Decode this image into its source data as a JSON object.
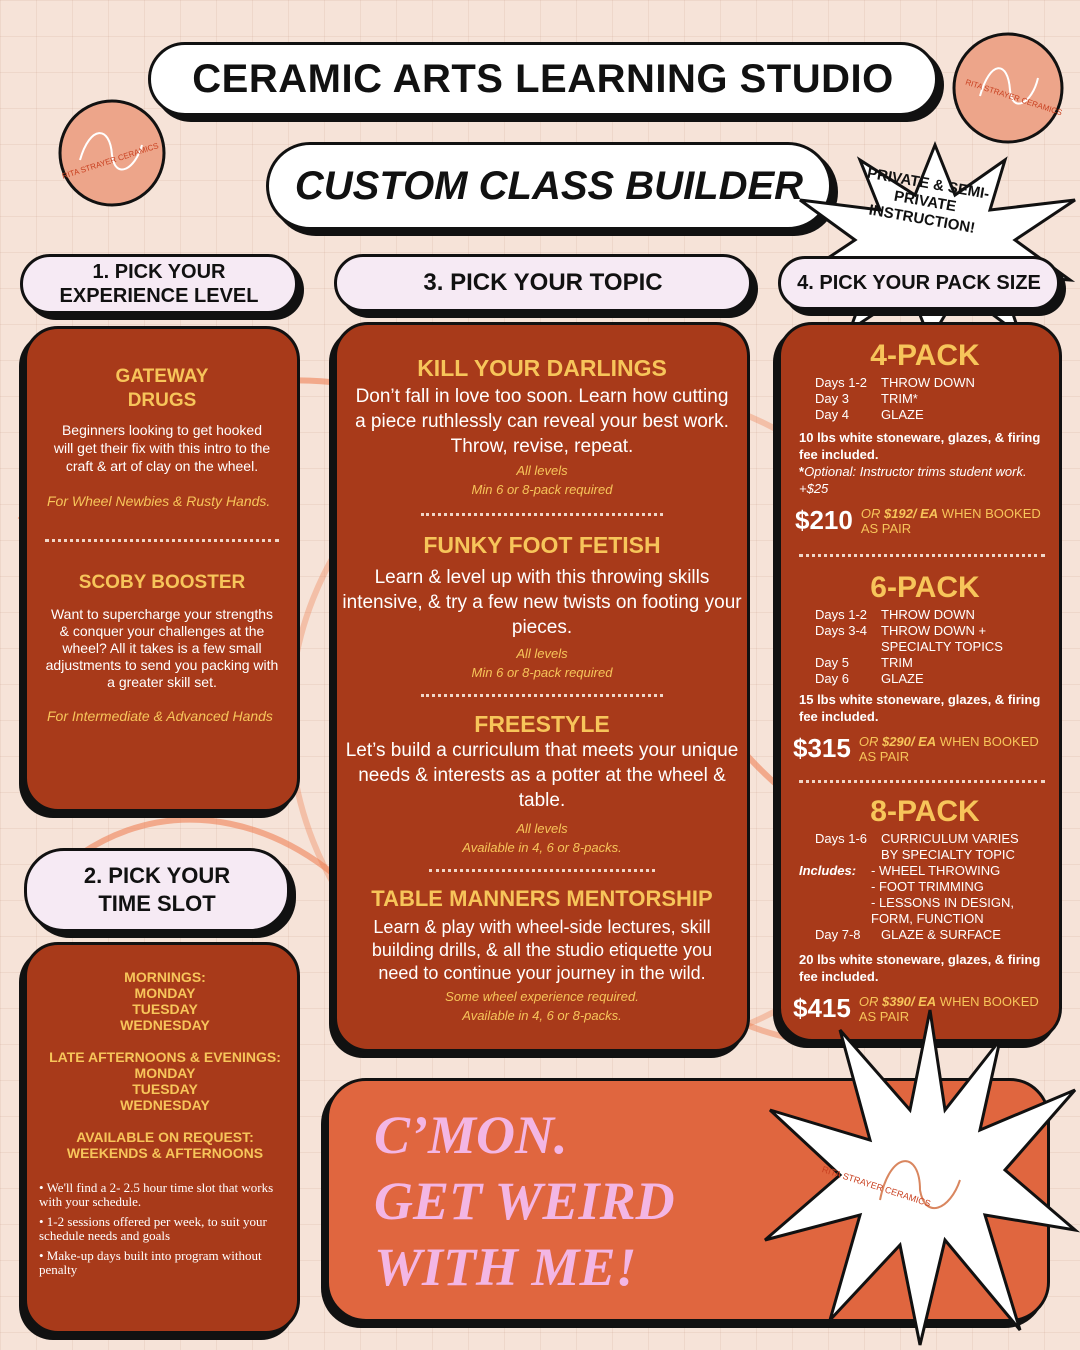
{
  "header": {
    "title": "CERAMIC ARTS LEARNING STUDIO",
    "subtitle": "CUSTOM CLASS BUILDER",
    "burst_text": "PRIVATE & SEMI-PRIVATE INSTRUCTION!",
    "logo_text": "RITA STRAYER CERAMICS"
  },
  "step1": {
    "heading": "1. PICK YOUR EXPERIENCE LEVEL",
    "levels": [
      {
        "name": "GATEWAY DRUGS",
        "desc": "Beginners looking to get hooked will get their fix with this intro to the craft & art of clay on the wheel.",
        "for": "For Wheel Newbies & Rusty Hands."
      },
      {
        "name": "SCOBY BOOSTER",
        "desc": "Want to supercharge your strengths & conquer your challenges at the wheel? All it takes is a few small adjustments to send you packing with a greater skill set.",
        "for": "For Intermediate & Advanced Hands"
      }
    ]
  },
  "step2": {
    "heading": "2. PICK YOUR TIME SLOT",
    "mornings_label": "MORNINGS:",
    "mornings_days": [
      "MONDAY",
      "TUESDAY",
      "WEDNESDAY"
    ],
    "late_label": "LATE AFTERNOONS & EVENINGS:",
    "late_days": [
      "MONDAY",
      "TUESDAY",
      "WEDNESDAY"
    ],
    "request_label": "AVAILABLE ON REQUEST:",
    "request_value": "WEEKENDS & AFTERNOONS",
    "notes": [
      "• We'll find a 2- 2.5 hour time slot that works with your schedule.",
      "• 1-2 sessions offered per week, to suit your schedule needs and goals",
      "• Make-up days built into program without penalty"
    ]
  },
  "step3": {
    "heading": "3. PICK YOUR TOPIC",
    "topics": [
      {
        "name": "KILL YOUR DARLINGS",
        "desc": "Don’t fall in love too soon. Learn how cutting a piece ruthlessly can reveal your best work. Throw, revise, repeat.",
        "levels": "All levels",
        "req": "Min 6 or 8-pack required"
      },
      {
        "name": "FUNKY FOOT FETISH",
        "desc": "Learn & level up with this throwing skills intensive, & try a few new twists on footing your pieces.",
        "levels": "All levels",
        "req": "Min 6 or 8-pack required"
      },
      {
        "name": "FREESTYLE",
        "desc": "Let’s build a curriculum that meets your unique needs & interests as a potter at the wheel & table.",
        "levels": "All levels",
        "req": "Available in 4, 6 or 8-packs."
      },
      {
        "name": "TABLE MANNERS MENTORSHIP",
        "desc": "Learn & play with wheel-side lectures, skill building drills, & all the studio etiquette you need to continue your journey in the wild.",
        "levels": "Some wheel experience required.",
        "req": "Available in 4, 6 or 8-packs."
      }
    ]
  },
  "step4": {
    "heading": "4. PICK YOUR PACK SIZE",
    "pack4": {
      "title": "4-PACK",
      "items": [
        [
          "Days 1-2",
          "THROW DOWN"
        ],
        [
          "Day 3",
          "TRIM*"
        ],
        [
          "Day 4",
          "GLAZE"
        ]
      ],
      "included": "10 lbs white stoneware, glazes, & firing fee included.",
      "optional_prefix": "*",
      "optional": "Optional: Instructor trims student work. +$25",
      "price": "$210",
      "pair_or": "OR",
      "pair_price": "$192/ EA",
      "pair_text": "WHEN BOOKED AS PAIR"
    },
    "pack6": {
      "title": "6-PACK",
      "items": [
        [
          "Days 1-2",
          "THROW DOWN"
        ],
        [
          "Days 3-4",
          "THROW DOWN + SPECIALTY TOPICS"
        ],
        [
          "Day 5",
          "TRIM"
        ],
        [
          "Day 6",
          "GLAZE"
        ]
      ],
      "included": "15 lbs white stoneware, glazes, & firing fee included.",
      "price": "$315",
      "pair_or": "OR",
      "pair_price": "$290/ EA",
      "pair_text": "WHEN BOOKED AS PAIR"
    },
    "pack8": {
      "title": "8-PACK",
      "day1_label": "Days 1-6",
      "day1_text": "CURRICULUM VARIES BY SPECIALTY TOPIC",
      "includes_label": "Includes:",
      "includes": [
        "- WHEEL THROWING",
        "- FOOT TRIMMING",
        "- LESSONS IN DESIGN, FORM, FUNCTION"
      ],
      "day7_label": "Day 7-8",
      "day7_text": "GLAZE & SURFACE",
      "included": "20 lbs white stoneware, glazes, & firing fee included.",
      "price": "$415",
      "pair_or": "OR",
      "pair_price": "$390/ EA",
      "pair_text": "WHEN BOOKED AS PAIR"
    }
  },
  "cta": {
    "line1": "C’MON.",
    "line2": "GET WEIRD",
    "line3": "WITH ME!"
  },
  "colors": {
    "card": "#a83a1a",
    "accent_yellow": "#f7c55a",
    "cta_bg": "#e0663f",
    "cta_text": "#f3b6e4",
    "background": "#f6e3d8"
  }
}
